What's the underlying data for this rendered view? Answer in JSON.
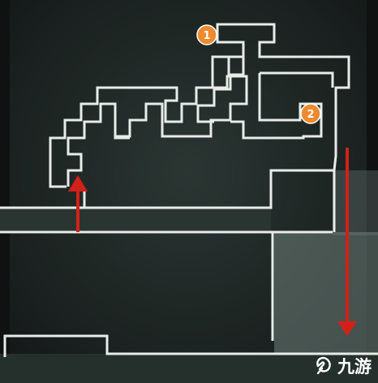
{
  "map": {
    "colors": {
      "background": "#0f1211",
      "dark_panel": "#1c2321",
      "mid_panel": "#222c29",
      "corridor": "#2a3532",
      "light_region": "#7b8b86",
      "line": "#e8ece9",
      "arrow": "#d2201a",
      "marker": "#ee8a2f"
    },
    "markers": [
      {
        "label": "1"
      },
      {
        "label": "2"
      }
    ],
    "arrows": [
      {
        "direction": "up"
      },
      {
        "direction": "down"
      }
    ]
  },
  "watermark": {
    "text": "九游",
    "logo_icon": "jiuyou-logo-icon"
  }
}
